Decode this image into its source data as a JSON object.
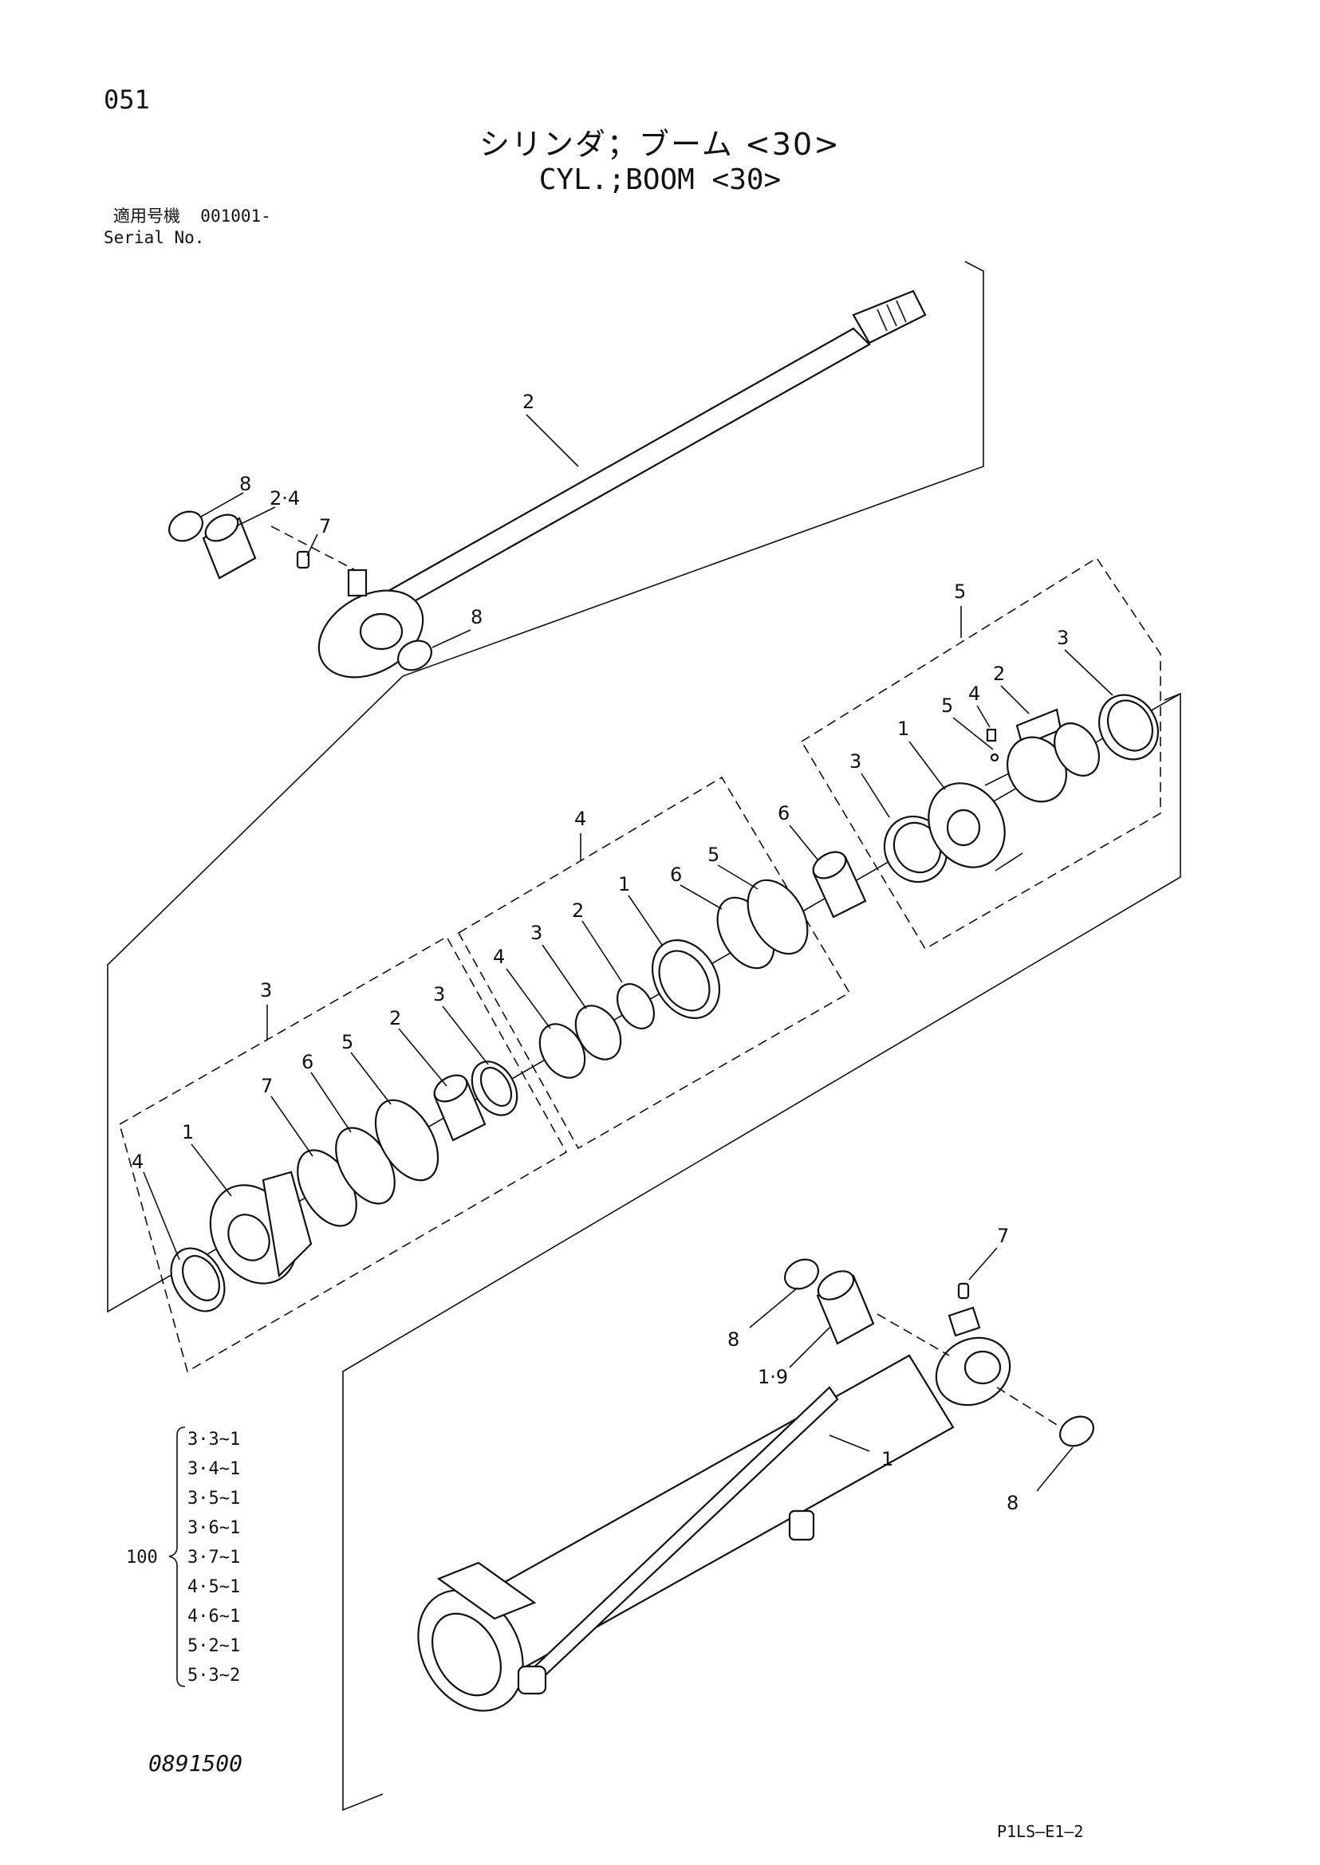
{
  "page_number": "051",
  "title_jp": "シリンダ；ブーム <30>",
  "title_en": "CYL.;BOOM <30>",
  "serial": {
    "label_jp": "適用号機",
    "value": "001001-",
    "label_en": "Serial No."
  },
  "labels": {
    "rod_assembly": "2",
    "rod_bushing": "2·4",
    "rod_grease_nipple": "7",
    "rod_snap_ring_left": "8",
    "rod_snap_ring_right": "8",
    "piston_group": "5",
    "piston_body": "1",
    "piston_wear_ring_left": "3",
    "piston_wear_ring_right": "3",
    "piston_seal": "2",
    "piston_set_screw": "4",
    "piston_steel_ball": "5",
    "seal_kit_group": "4",
    "seal_kit_ring_1": "1",
    "seal_kit_ring_2": "2",
    "seal_kit_ring_3": "3",
    "seal_kit_ring_4": "4",
    "seal_kit_ring_5": "5",
    "seal_kit_ring_6": "6",
    "cushion_sleeve": "6",
    "gland_group": "3",
    "gland_body": "1",
    "gland_bushing": "2",
    "gland_dust_seal": "3",
    "gland_wiper": "4",
    "gland_oring_5": "5",
    "gland_backup_6": "6",
    "gland_oring_7": "7",
    "tube_assembly": "1",
    "tube_bushing": "1·9",
    "tube_grease_nipple": "7",
    "tube_snap_ring_left": "8",
    "tube_snap_ring_right": "8"
  },
  "seal_kit_list": {
    "label": "100",
    "items": [
      "3·3~1",
      "3·4~1",
      "3·5~1",
      "3·6~1",
      "3·7~1",
      "4·5~1",
      "4·6~1",
      "5·2~1",
      "5·3~2"
    ]
  },
  "footer": {
    "drawing_code": "0891500",
    "reference": "P1LS–E1–2"
  }
}
